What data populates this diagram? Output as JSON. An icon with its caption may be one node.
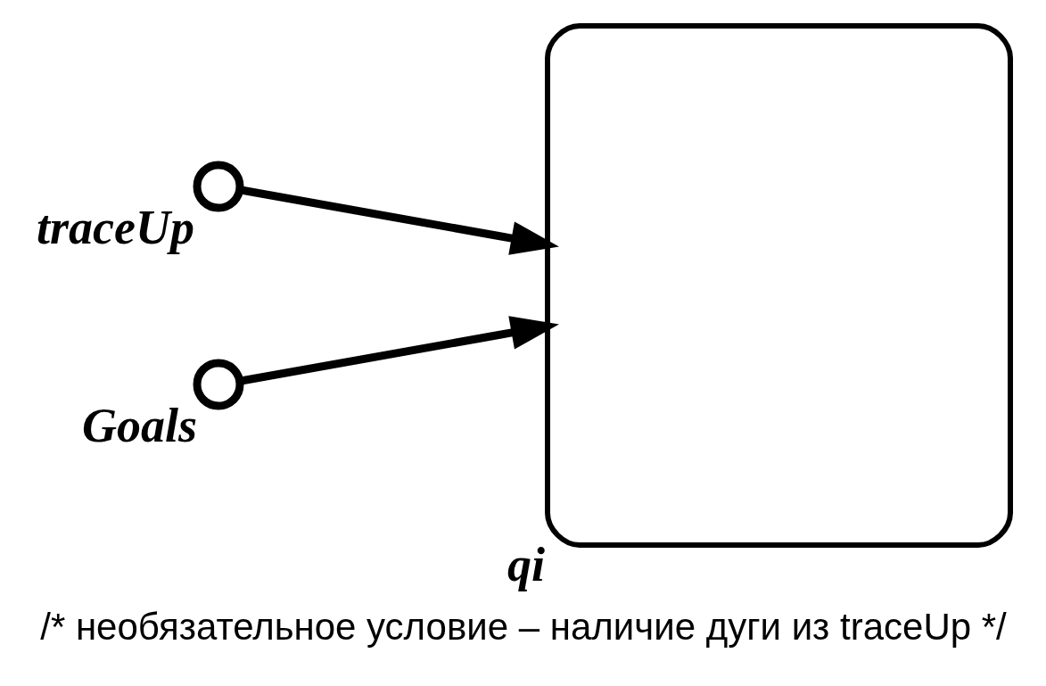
{
  "diagram": {
    "caption": "/* необязательное условие – наличие дуги из traceUp */",
    "nodes": [
      {
        "text": [
          "traceUp"
        ]
      },
      {
        "text": [
          "Goals"
        ]
      },
      {
        "text": [
          "qi"
        ]
      }
    ],
    "edges": [
      {
        "from": 1,
        "to": 2,
        "arrow": "to"
      },
      {
        "from": 0,
        "to": 2,
        "arrow": "to"
      }
    ]
  }
}
